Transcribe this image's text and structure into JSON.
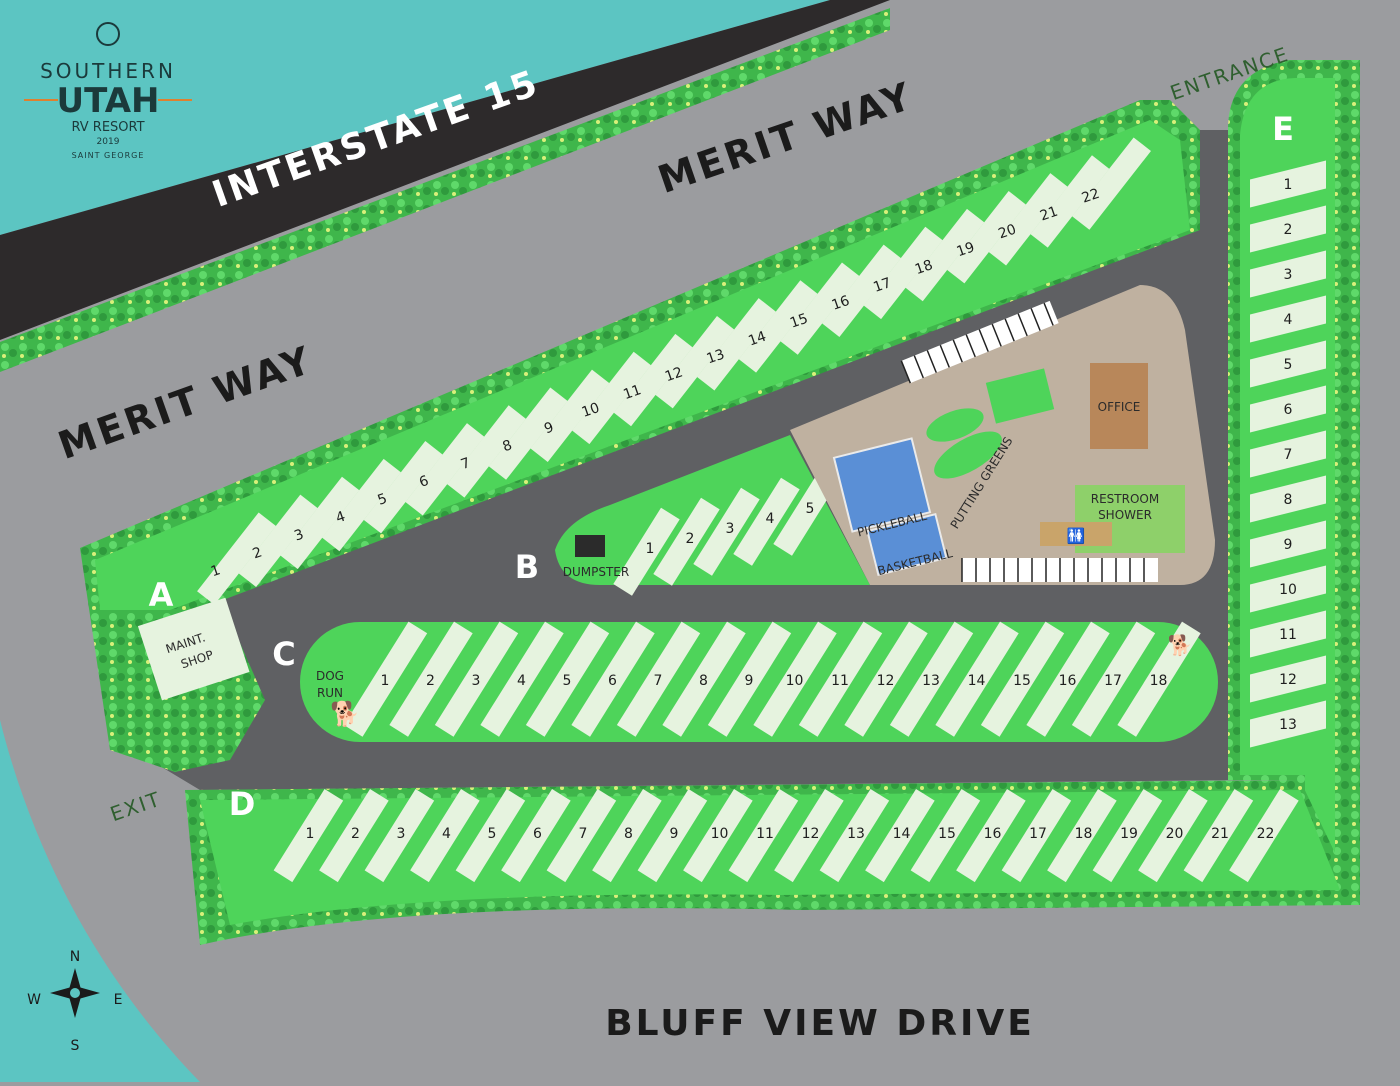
{
  "logo": {
    "line1": "SOUTHERN",
    "line2": "UTAH",
    "line3": "RV RESORT",
    "year": "2019",
    "city": "SAINT GEORGE"
  },
  "roads": {
    "interstate": "INTERSTATE 15",
    "merit_way_top": "MERIT WAY",
    "merit_way_left": "MERIT WAY",
    "bluff_view": "BLUFF VIEW DRIVE"
  },
  "directions": {
    "entrance": "ENTRANCE",
    "exit": "EXIT"
  },
  "sections": {
    "a": {
      "letter": "A",
      "sites": [
        "1",
        "2",
        "3",
        "4",
        "5",
        "6",
        "7",
        "8",
        "9",
        "10",
        "11",
        "12",
        "13",
        "14",
        "15",
        "16",
        "17",
        "18",
        "19",
        "20",
        "21",
        "22"
      ]
    },
    "b": {
      "letter": "B",
      "sites": [
        "1",
        "2",
        "3",
        "4",
        "5"
      ]
    },
    "c": {
      "letter": "C",
      "sites": [
        "1",
        "2",
        "3",
        "4",
        "5",
        "6",
        "7",
        "8",
        "9",
        "10",
        "11",
        "12",
        "13",
        "14",
        "15",
        "16",
        "17",
        "18"
      ]
    },
    "d": {
      "letter": "D",
      "sites": [
        "1",
        "2",
        "3",
        "4",
        "5",
        "6",
        "7",
        "8",
        "9",
        "10",
        "11",
        "12",
        "13",
        "14",
        "15",
        "16",
        "17",
        "18",
        "19",
        "20",
        "21",
        "22"
      ]
    },
    "e": {
      "letter": "E",
      "sites": [
        "1",
        "2",
        "3",
        "4",
        "5",
        "6",
        "7",
        "8",
        "9",
        "10",
        "11",
        "12",
        "13"
      ]
    }
  },
  "amenities": {
    "maint_line1": "MAINT.",
    "maint_line2": "SHOP",
    "dumpster": "DUMPSTER",
    "dog_line1": "DOG",
    "dog_line2": "RUN",
    "pickleball": "PICKLEBALL",
    "basketball": "BASKETBALL",
    "putting": "PUTTING GREENS",
    "office": "OFFICE",
    "restroom": "RESTROOM",
    "shower": "SHOWER"
  },
  "compass": {
    "n": "N",
    "s": "S",
    "e": "E",
    "w": "W"
  },
  "colors": {
    "teal": "#5cc5c2",
    "road": "#9b9c9f",
    "asphalt": "#5f6063",
    "highway": "#2d2a2b",
    "green": "#4ed45a",
    "site_light": "#e6f3df",
    "plaza": "#bfb1a0",
    "office": "#b8875a"
  }
}
